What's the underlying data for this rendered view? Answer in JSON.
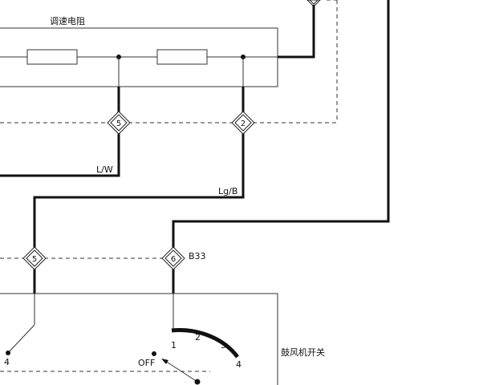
{
  "resistor_box": {
    "title": "调速电阻"
  },
  "connectors": {
    "c5_top": "5",
    "c2_top": "2",
    "c5_bottom": "5",
    "c6_bottom": "6"
  },
  "wires": {
    "lw": "L/W",
    "lgb": "Lg/B"
  },
  "connector_id": "B33",
  "switch_box": {
    "title": "鼓风机开关",
    "positions": [
      "1",
      "2",
      "3",
      "4"
    ],
    "off_label": "OFF",
    "left_terminal": "4"
  }
}
